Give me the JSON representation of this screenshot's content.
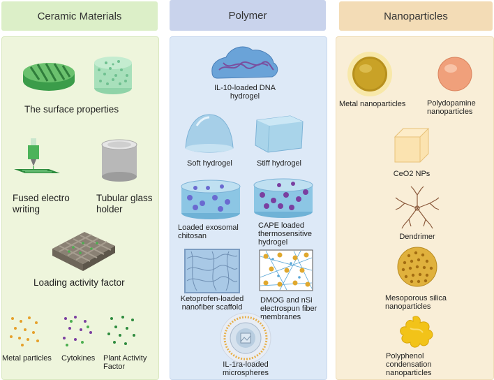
{
  "columns": {
    "ceramic": {
      "title": "Ceramic Materials",
      "items": {
        "surface": "The surface properties",
        "fused": "Fused electro writing",
        "tubular": "Tubular glass holder",
        "loading": "Loading activity factor",
        "metal_particles": "Metal particles",
        "cytokines": "Cytokines",
        "plant": "Plant Activity Factor"
      }
    },
    "polymer": {
      "title": "Polymer",
      "items": {
        "il10": "IL-10-loaded DNA hydrogel",
        "soft": "Soft hydrogel",
        "stiff": "Stiff hydrogel",
        "exosomal": "Loaded exosomal chitosan",
        "cape": "CAPE loaded thermosensitive hydrogel",
        "keto": "Ketoprofen-loaded nanofiber scaffold",
        "dmog": "DMOG and nSi electrospun fiber membranes",
        "il1ra": "IL-1ra-loaded microspheres"
      }
    },
    "nano": {
      "title": "Nanoparticles",
      "items": {
        "metal": "Metal nanoparticles",
        "polydopamine": "Polydopamine nanoparticles",
        "ceo2": "CeO2 NPs",
        "dendrimer": "Dendrimer",
        "mesoporous": "Mesoporous silica nanoparticles",
        "polyphenol": "Polyphenol condensation nanoparticles"
      }
    }
  },
  "colors": {
    "ceramic_bg": "#eef5dc",
    "polymer_bg": "#dde9f7",
    "nano_bg": "#f9eed7"
  }
}
